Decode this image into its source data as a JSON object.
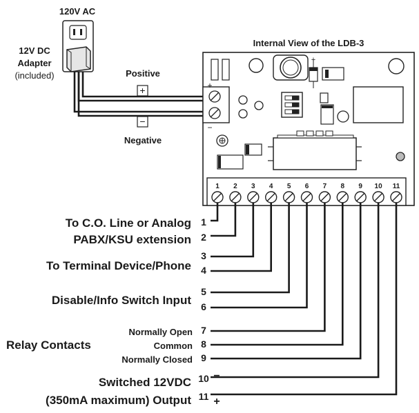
{
  "power": {
    "ac_label": "120V AC",
    "adapter_label_1": "12V DC",
    "adapter_label_2": "Adapter",
    "adapter_label_3": "(included)",
    "positive_label": "Positive",
    "negative_label": "Negative",
    "plus_sign": "+",
    "minus_sign": "−"
  },
  "board": {
    "title": "Internal View of the LDB-3",
    "terminal_numbers": [
      "1",
      "2",
      "3",
      "4",
      "5",
      "6",
      "7",
      "8",
      "9",
      "10",
      "11"
    ],
    "power_plus": "+",
    "power_minus": "−"
  },
  "connections": {
    "co_line_1": "To C.O. Line or Analog",
    "co_line_2": "PABX/KSU extension",
    "terminal_device": "To Terminal Device/Phone",
    "disable_switch": "Disable/Info Switch Input",
    "relay_contacts": "Relay Contacts",
    "normally_open": "Normally Open",
    "common": "Common",
    "normally_closed": "Normally Closed",
    "switched_12v": "Switched 12VDC",
    "output_350ma": "(350mA maximum) Output",
    "minus_sign": "−",
    "plus_sign": "+",
    "pin_numbers": [
      "1",
      "2",
      "3",
      "4",
      "5",
      "6",
      "7",
      "8",
      "9",
      "10",
      "11"
    ]
  }
}
